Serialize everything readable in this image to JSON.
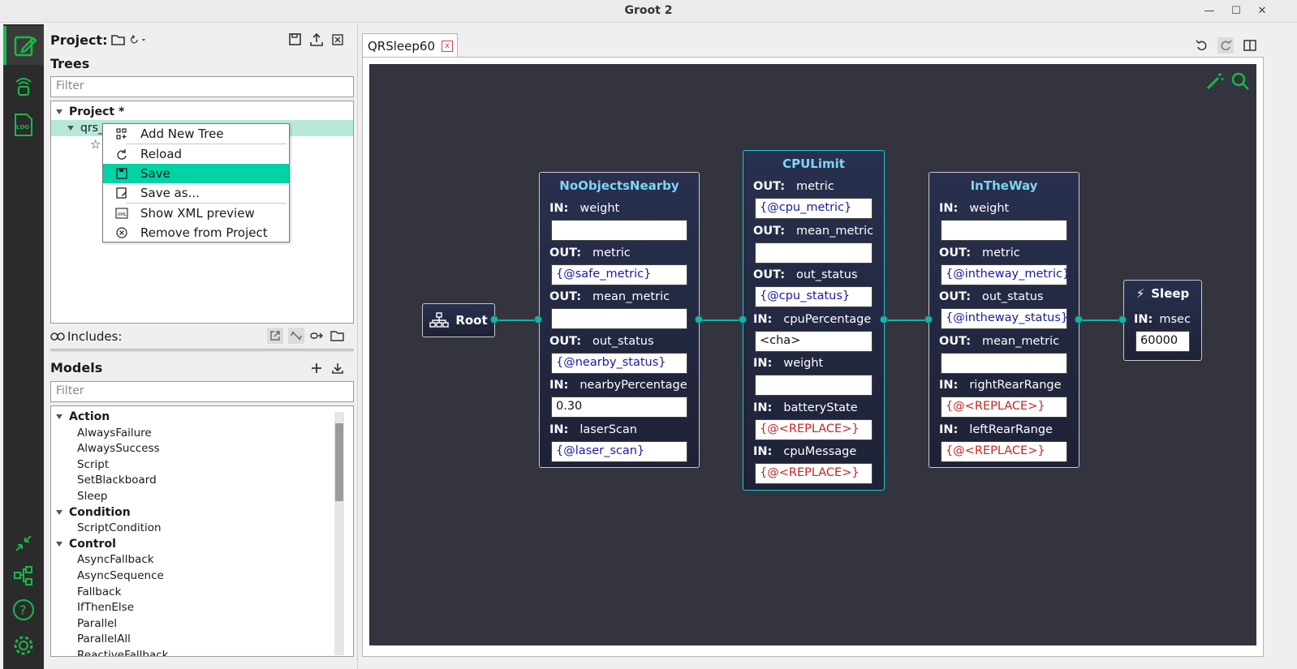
{
  "window": {
    "title": "Groot 2"
  },
  "project": {
    "label": "Project:",
    "trees_heading": "Trees",
    "trees_filter_placeholder": "Filter",
    "tree": {
      "root": "Project *",
      "child": "qrs_"
    },
    "includes_label": "Includes:"
  },
  "context_menu": {
    "items": [
      {
        "label": "Add New Tree",
        "icon": "add-tree-icon"
      },
      {
        "label": "Reload",
        "icon": "reload-icon"
      },
      {
        "label": "Save",
        "icon": "save-icon",
        "selected": true
      },
      {
        "label": "Save as...",
        "icon": "save-as-icon"
      },
      {
        "label": "Show XML preview",
        "icon": "xml-icon"
      },
      {
        "label": "Remove from Project",
        "icon": "remove-icon"
      }
    ]
  },
  "models": {
    "heading": "Models",
    "filter_placeholder": "Filter",
    "groups": [
      {
        "name": "Action",
        "items": [
          "AlwaysFailure",
          "AlwaysSuccess",
          "Script",
          "SetBlackboard",
          "Sleep"
        ]
      },
      {
        "name": "Condition",
        "items": [
          "ScriptCondition"
        ]
      },
      {
        "name": "Control",
        "items": [
          "AsyncFallback",
          "AsyncSequence",
          "Fallback",
          "IfThenElse",
          "Parallel",
          "ParallelAll",
          "ReactiveFallback"
        ]
      }
    ]
  },
  "editor": {
    "tab_label": "QRSleep60",
    "tab_close": "x"
  },
  "graph": {
    "root": {
      "label": "Root"
    },
    "nodes": [
      {
        "title": "NoObjectsNearby",
        "ports": [
          {
            "dir": "IN:",
            "name": "weight",
            "value": ""
          },
          {
            "dir": "OUT:",
            "name": "metric",
            "value": "{@safe_metric}"
          },
          {
            "dir": "OUT:",
            "name": "mean_metric",
            "value": ""
          },
          {
            "dir": "OUT:",
            "name": "out_status",
            "value": "{@nearby_status}"
          },
          {
            "dir": "IN:",
            "name": "nearbyPercentage",
            "value": "0.30"
          },
          {
            "dir": "IN:",
            "name": "laserScan",
            "value": "{@laser_scan}"
          }
        ]
      },
      {
        "title": "CPULimit",
        "ports": [
          {
            "dir": "OUT:",
            "name": "metric",
            "value": "{@cpu_metric}"
          },
          {
            "dir": "OUT:",
            "name": "mean_metric",
            "value": ""
          },
          {
            "dir": "OUT:",
            "name": "out_status",
            "value": "{@cpu_status}"
          },
          {
            "dir": "IN:",
            "name": "cpuPercentage",
            "value": "<cha>"
          },
          {
            "dir": "IN:",
            "name": "weight",
            "value": ""
          },
          {
            "dir": "IN:",
            "name": "batteryState",
            "value": "{@<REPLACE>}"
          },
          {
            "dir": "IN:",
            "name": "cpuMessage",
            "value": "{@<REPLACE>}"
          }
        ]
      },
      {
        "title": "InTheWay",
        "ports": [
          {
            "dir": "IN:",
            "name": "weight",
            "value": ""
          },
          {
            "dir": "OUT:",
            "name": "metric",
            "value": "{@intheway_metric}"
          },
          {
            "dir": "OUT:",
            "name": "out_status",
            "value": "{@intheway_status}"
          },
          {
            "dir": "OUT:",
            "name": "mean_metric",
            "value": ""
          },
          {
            "dir": "IN:",
            "name": "rightRearRange",
            "value": "{@<REPLACE>}"
          },
          {
            "dir": "IN:",
            "name": "leftRearRange",
            "value": "{@<REPLACE>}"
          }
        ]
      },
      {
        "title": "Sleep",
        "ports": [
          {
            "dir": "IN:",
            "name": "msec",
            "value": "60000"
          }
        ]
      }
    ]
  },
  "colors": {
    "accent_green": "#19b84a",
    "selection": "#00d4a6",
    "canvas_bg": "#34343f",
    "node_title": "#7fd4f5",
    "wire": "#19b2a8",
    "remap_blue": "#1a1aa0",
    "replace_red": "#cc2222"
  }
}
